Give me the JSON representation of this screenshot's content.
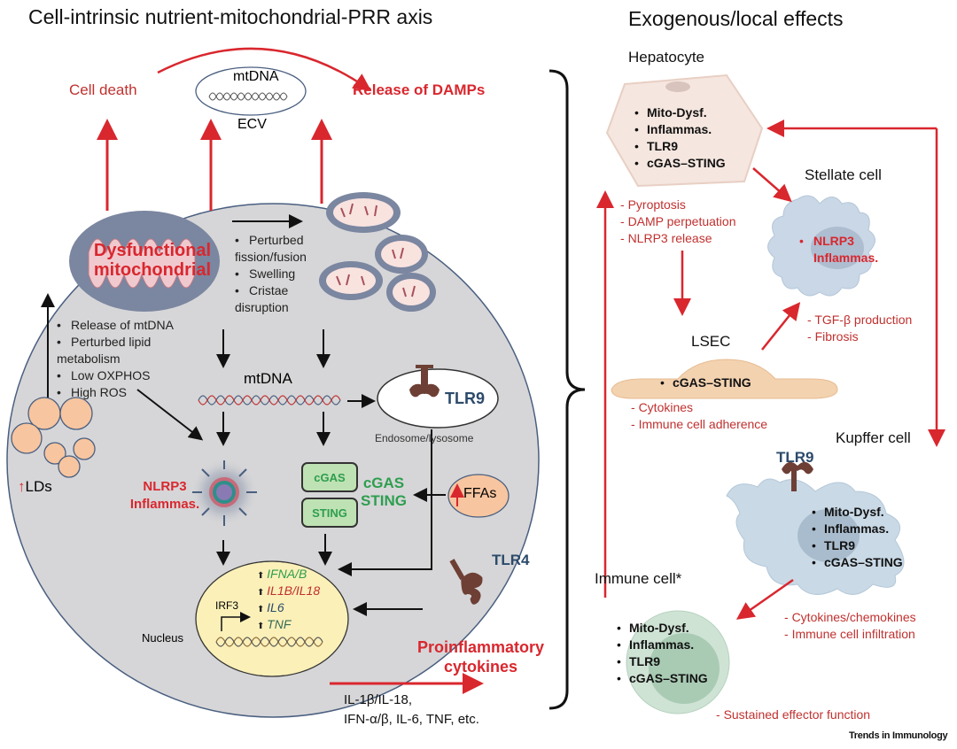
{
  "left_panel": {
    "title": "Cell-intrinsic nutrient-mitochondrial-PRR axis",
    "cell_death": "Cell death",
    "ecv_mtdna": "mtDNA",
    "ecv_label": "ECV",
    "release_damps": "Release of DAMPs",
    "dysfunctional_mito": "Dysfunctional mitochondrial",
    "mito_changes": [
      "Perturbed fission/fusion",
      "Swelling",
      "Cristae disruption"
    ],
    "metabolic_changes": [
      "Release of mtDNA",
      "Perturbed lipid metabolism",
      "Low OXPHOS",
      "High ROS"
    ],
    "lds": "LDs",
    "cytosolic_mtdna": "mtDNA",
    "tlr9": "TLR9",
    "endosome": "Endosome/lysosome",
    "nlrp3": [
      "NLRP3",
      "Inflammas."
    ],
    "cgas_box": "cGAS",
    "sting_box": "STING",
    "cgas_sting_label": [
      "cGAS",
      "STING"
    ],
    "ffas": "FFAs",
    "tlr4": "TLR4",
    "irf3": "IRF3",
    "nucleus": "Nucleus",
    "genes": [
      {
        "name": "IFNA/B",
        "color": "#2e9e4f"
      },
      {
        "name": "IL1B/IL18",
        "color": "#c0312f"
      },
      {
        "name": "IL6",
        "color": "#2c4a6b"
      },
      {
        "name": "TNF",
        "color": "#3a6a55"
      }
    ],
    "proinflammatory": [
      "Proinflammatory",
      "cytokines"
    ],
    "cytokine_list": [
      "IL-1β/IL-18,",
      "IFN-α/β, IL-6, TNF, etc."
    ]
  },
  "right_panel": {
    "title": "Exogenous/local effects",
    "hepatocyte": {
      "label": "Hepatocyte",
      "items": [
        "Mito-Dysf.",
        "Inflammas.",
        "TLR9",
        "cGAS–STING"
      ],
      "effects": [
        "Pyroptosis",
        "DAMP perpetuation",
        "NLRP3 release"
      ]
    },
    "stellate": {
      "label": "Stellate cell",
      "items": [
        "NLRP3",
        "Inflammas."
      ],
      "effects": [
        "TGF-β production",
        "Fibrosis"
      ]
    },
    "lsec": {
      "label": "LSEC",
      "items": [
        "cGAS–STING"
      ],
      "effects": [
        "Cytokines",
        "Immune cell adherence"
      ]
    },
    "kupffer": {
      "label": "Kupffer cell",
      "receptor": "TLR9",
      "items": [
        "Mito-Dysf.",
        "Inflammas.",
        "TLR9",
        "cGAS–STING"
      ],
      "effects": [
        "Cytokines/chemokines",
        "Immune cell infiltration"
      ]
    },
    "immune": {
      "label": "Immune cell*",
      "items": [
        "Mito-Dysf.",
        "Inflammas.",
        "TLR9",
        "cGAS–STING"
      ],
      "effects": [
        "Sustained effector function"
      ]
    }
  },
  "journal": "Trends in Immunology",
  "colors": {
    "red": "#d9272e",
    "cell_fill": "#d6d6d8",
    "cell_stroke": "#4a5f80",
    "mito_outer": "#7b86a0",
    "mito_inner": "#f6d9d6",
    "ld_fill": "#f7c59f",
    "nucleus_fill": "#fbf0b8"
  }
}
